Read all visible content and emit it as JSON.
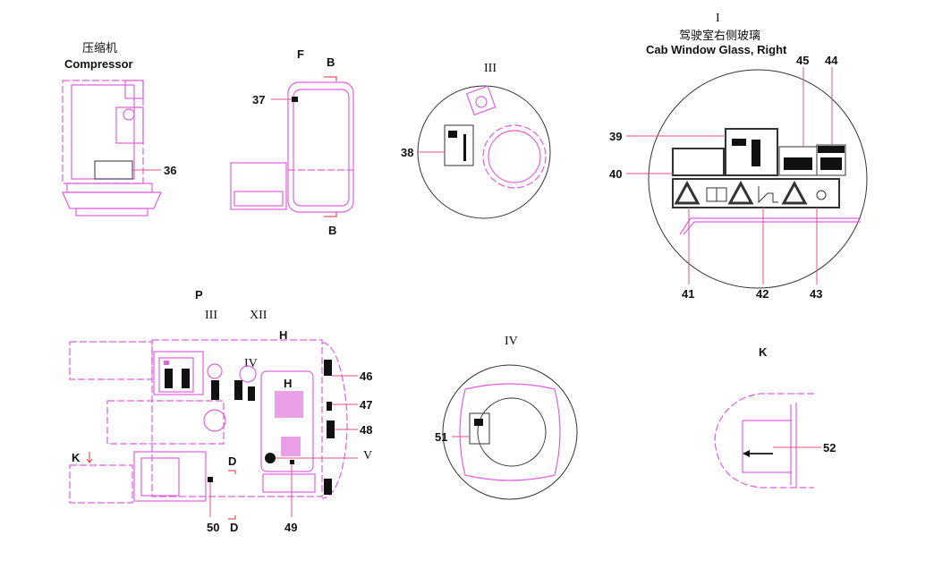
{
  "compressor": {
    "title_cn": "压缩机",
    "title_en": "Compressor",
    "callout": "36"
  },
  "view_f": {
    "title": "F",
    "section_top": "B",
    "section_bottom": "B",
    "callout": "37"
  },
  "view_iii": {
    "title": "III",
    "callout": "38"
  },
  "view_i": {
    "numeral": "I",
    "title_cn": "驾驶室右侧玻璃",
    "title_en": "Cab Window Glass, Right",
    "callouts": [
      "39",
      "40",
      "41",
      "42",
      "43",
      "44",
      "45"
    ]
  },
  "top_view": {
    "view_p": "P",
    "mark_iii": "III",
    "mark_xii": "XII",
    "mark_h_top": "H",
    "mark_iv": "IV",
    "mark_h_inner": "H",
    "mark_v": "V",
    "mark_k": "K",
    "mark_d_top": "D",
    "mark_d_bottom": "D",
    "callouts": [
      "46",
      "47",
      "48",
      "49",
      "50"
    ]
  },
  "view_iv": {
    "title": "IV",
    "callout": "51"
  },
  "view_k": {
    "title": "K",
    "callout": "52"
  },
  "colors": {
    "line": "#e060e0",
    "text": "#111111"
  }
}
